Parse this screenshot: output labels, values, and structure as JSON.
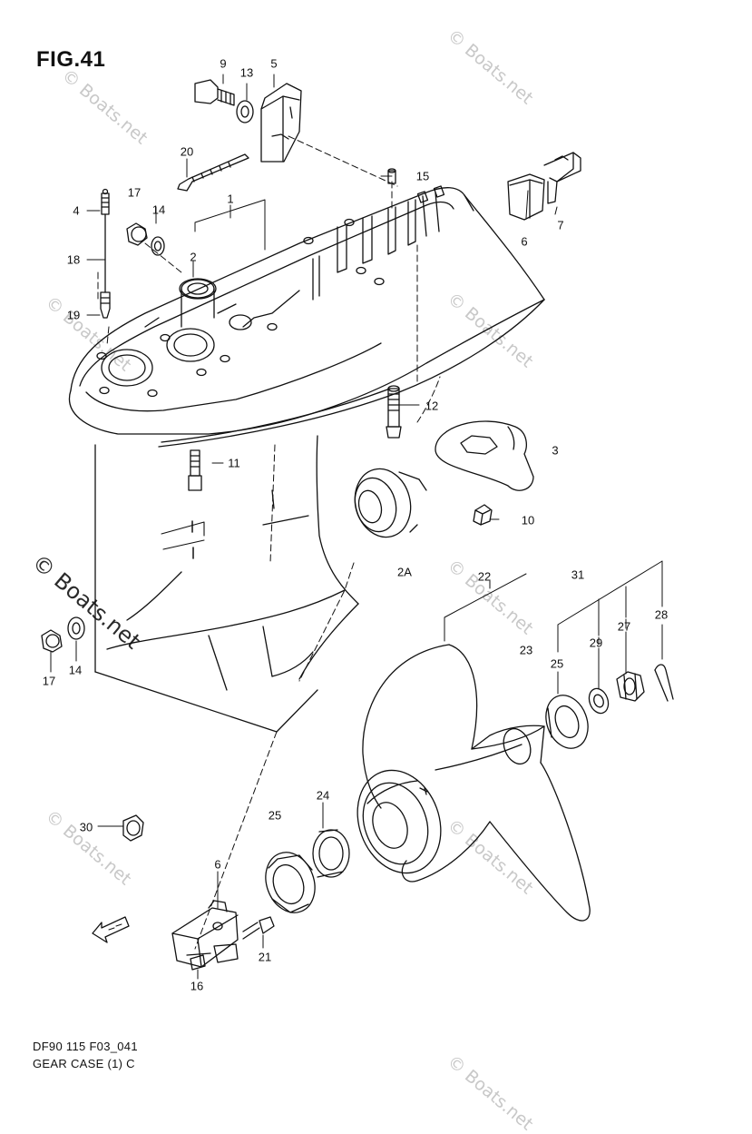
{
  "figure": {
    "title": "FIG.41",
    "footer_code": "DF90 115 F03_041",
    "footer_name": "GEAR CASE (1) C"
  },
  "watermark": {
    "small_text": "© Boats.net",
    "large_text": "© Boats.net"
  },
  "part_labels": {
    "p1": "1",
    "p2": "2",
    "p2a": "2A",
    "p3": "3",
    "p4": "4",
    "p5": "5",
    "p6a": "6",
    "p6b": "6",
    "p7": "7",
    "p9": "9",
    "p10": "10",
    "p11": "11",
    "p12": "12",
    "p13": "13",
    "p14a": "14",
    "p14b": "14",
    "p15": "15",
    "p16": "16",
    "p17a": "17",
    "p17b": "17",
    "p18": "18",
    "p19": "19",
    "p20": "20",
    "p21": "21",
    "p22": "22",
    "p23": "23",
    "p24": "24",
    "p25a": "25",
    "p25b": "25",
    "p27": "27",
    "p28": "28",
    "p29": "29",
    "p30": "30",
    "p31": "31"
  },
  "icons": [
    "front-arrow-icon"
  ]
}
